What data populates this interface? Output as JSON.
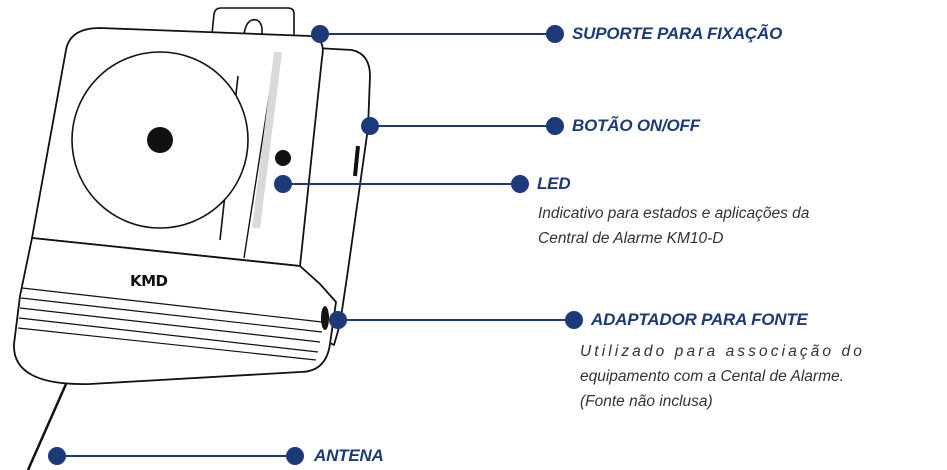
{
  "brand": "KMD",
  "callouts": {
    "suporte": {
      "label": "SUPORTE PARA FIXAÇÃO"
    },
    "botao": {
      "label": "BOTÃO ON/OFF"
    },
    "led": {
      "label": "LED",
      "desc_lines": [
        "Indicativo para estados e aplicações da",
        "Central de Alarme KM10-D"
      ]
    },
    "adaptador": {
      "label": "ADAPTADOR PARA FONTE",
      "desc_lines": [
        "Utilizado para associação do",
        "equipamento com a Cental de Alarme.",
        "(Fonte não inclusa)"
      ]
    },
    "antena": {
      "label": "ANTENA"
    }
  },
  "colors": {
    "accent": "#1c3a7a",
    "outline": "#111111",
    "text": "#333333"
  }
}
